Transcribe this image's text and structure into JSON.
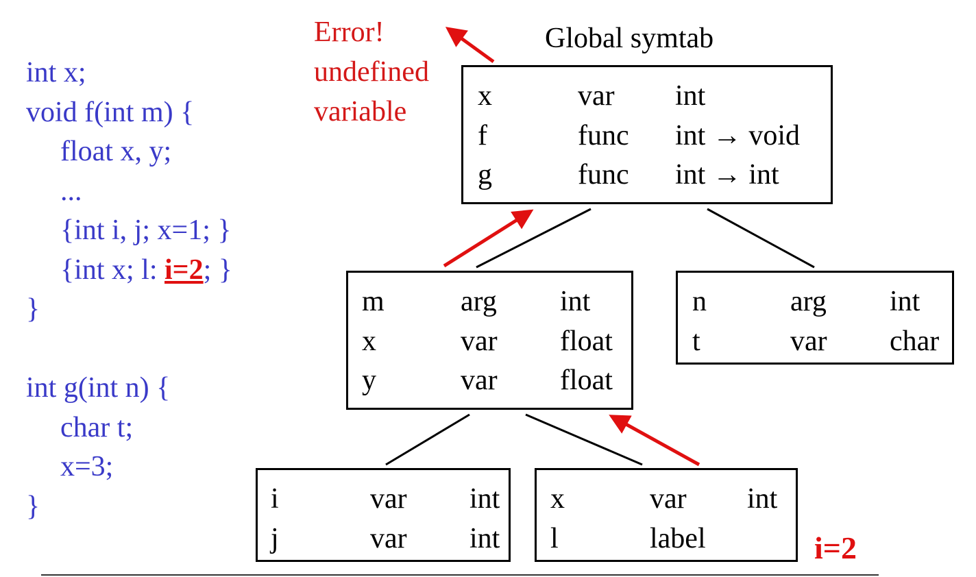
{
  "code": {
    "lines": [
      "int x;",
      "void f(int m) {",
      "float x, y;",
      "...",
      "{int i, j; x=1; }",
      "{int x; l: ",
      "i=2",
      "; }",
      "}",
      "",
      "int g(int n) {",
      "char t;",
      "x=3;",
      "}"
    ]
  },
  "error_note": {
    "lines": [
      "Error!",
      "undefined",
      "variable"
    ]
  },
  "global_title": "Global symtab",
  "tables": {
    "global": [
      [
        "x",
        "var",
        "int"
      ],
      [
        "f",
        "func",
        "int → void"
      ],
      [
        "g",
        "func",
        "int → int"
      ]
    ],
    "f_scope": [
      [
        "m",
        "arg",
        "int"
      ],
      [
        "x",
        "var",
        "float"
      ],
      [
        "y",
        "var",
        "float"
      ]
    ],
    "g_scope": [
      [
        "n",
        "arg",
        "int"
      ],
      [
        "t",
        "var",
        "char"
      ]
    ],
    "block1": [
      [
        "i",
        "var",
        "int"
      ],
      [
        "j",
        "var",
        "int"
      ]
    ],
    "block2": [
      [
        "x",
        "var",
        "int"
      ],
      [
        "l",
        "label",
        ""
      ]
    ]
  },
  "lookup_label": "i=2",
  "colors": {
    "code": "#3a3ac8",
    "highlight": "#e01010",
    "line": "#000000"
  }
}
